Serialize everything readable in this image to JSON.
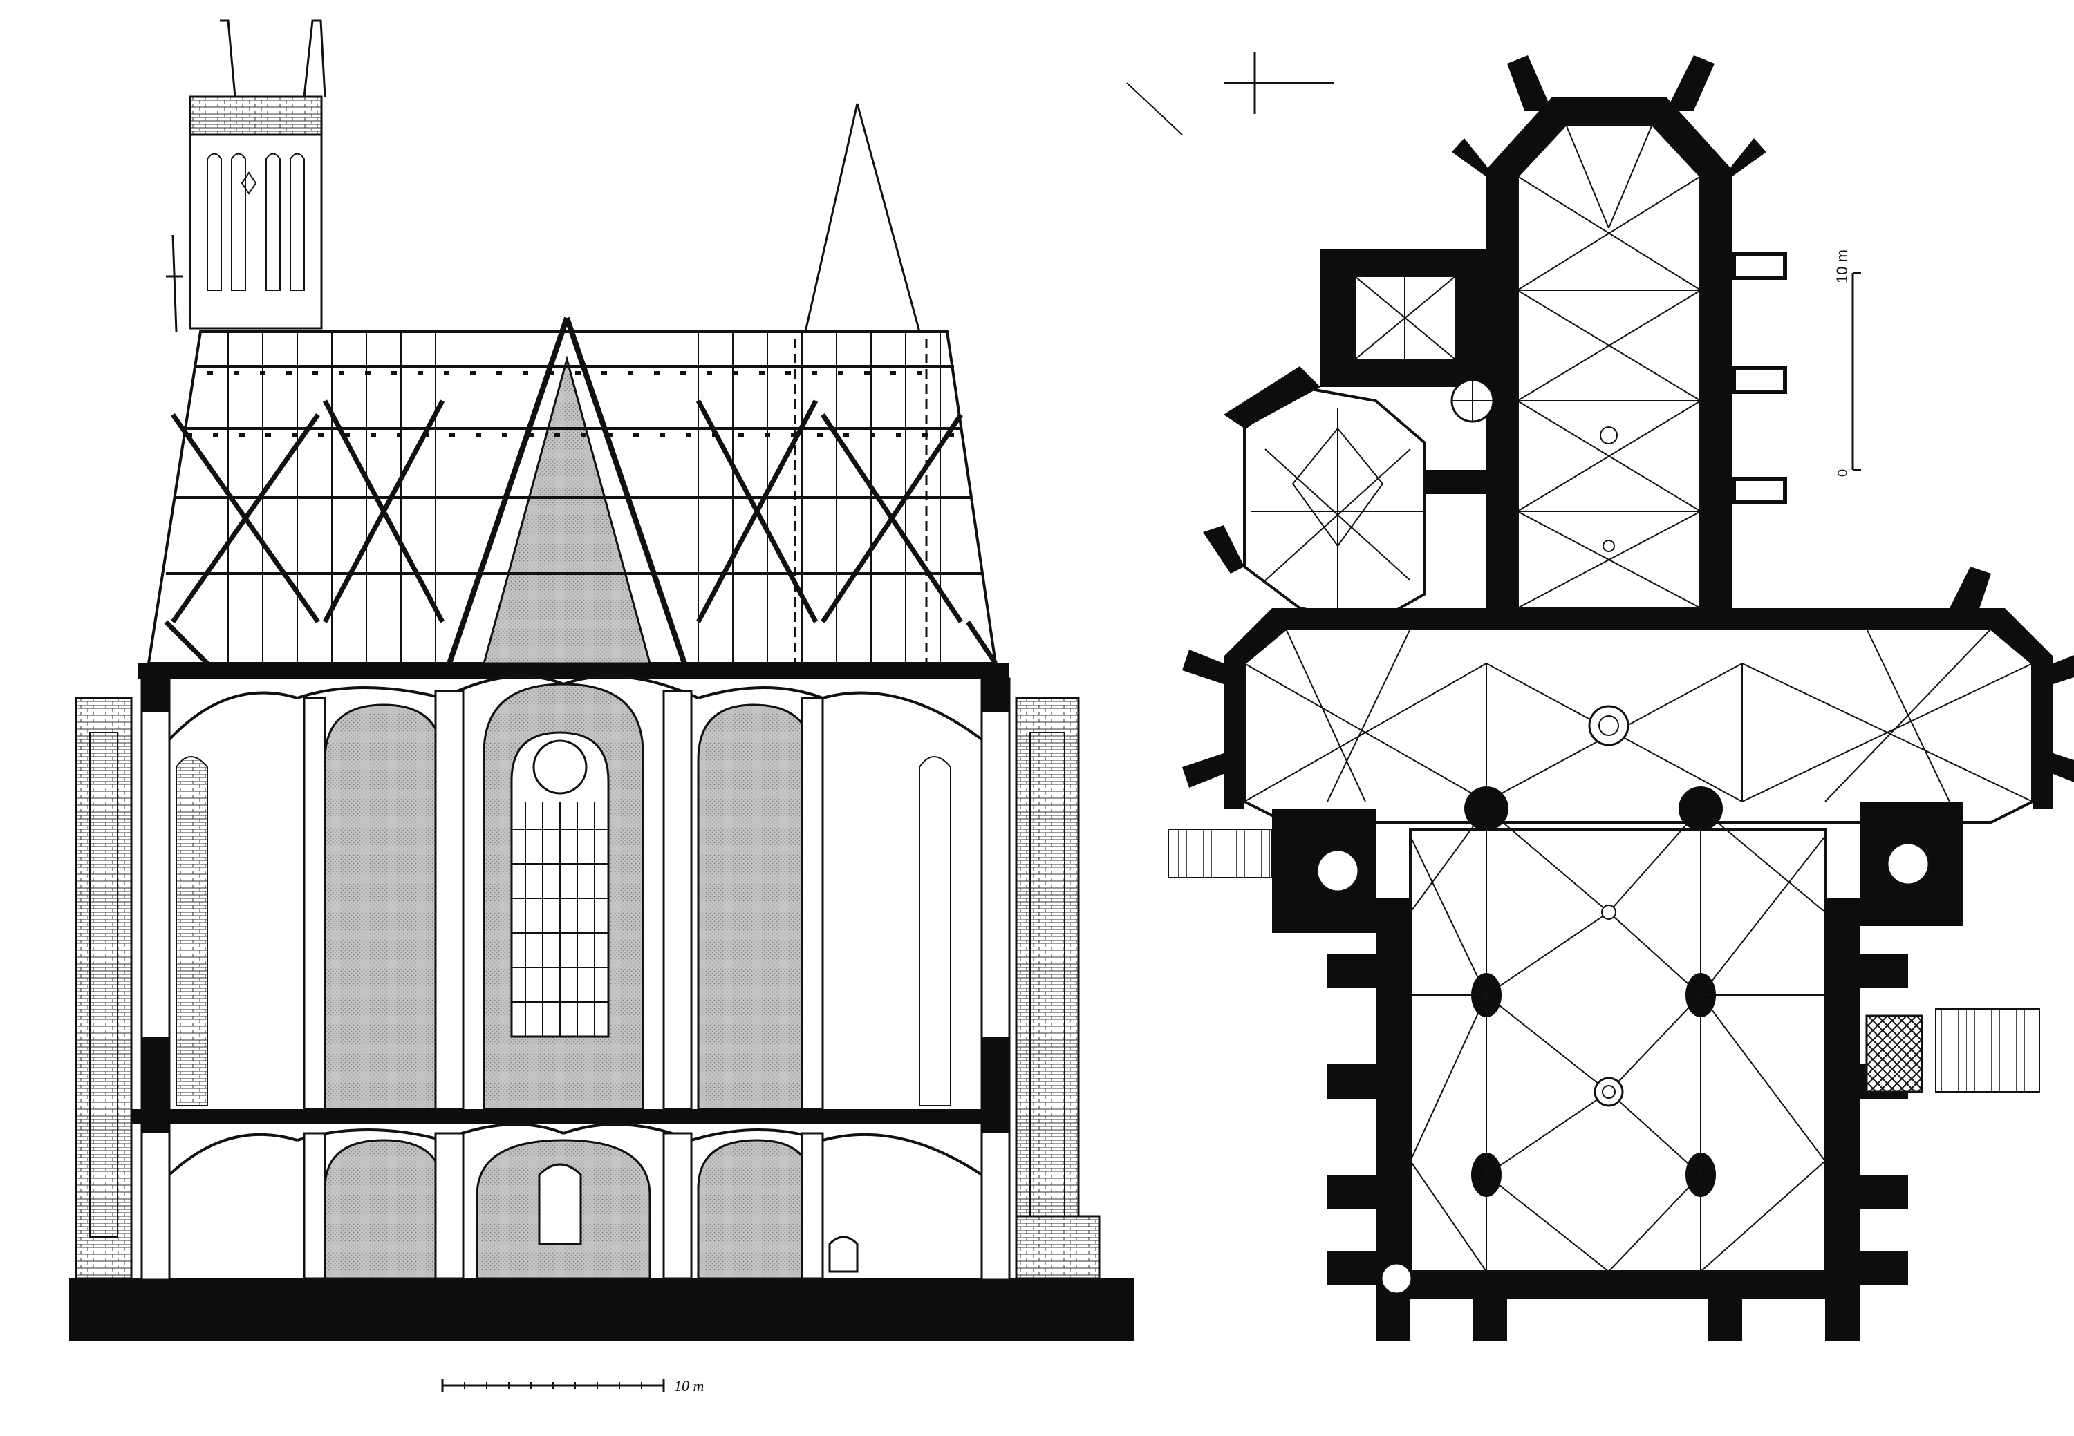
{
  "section_drawing": {
    "scale_bar_label": "10 m"
  },
  "plan_drawing": {
    "scale_bar_label": "10 m",
    "scale_zero_label": "0"
  },
  "colors": {
    "ink": "#111111",
    "wall": "#0d0d0d",
    "hatch_fill": "#bdbdbd",
    "paper": "#ffffff"
  }
}
